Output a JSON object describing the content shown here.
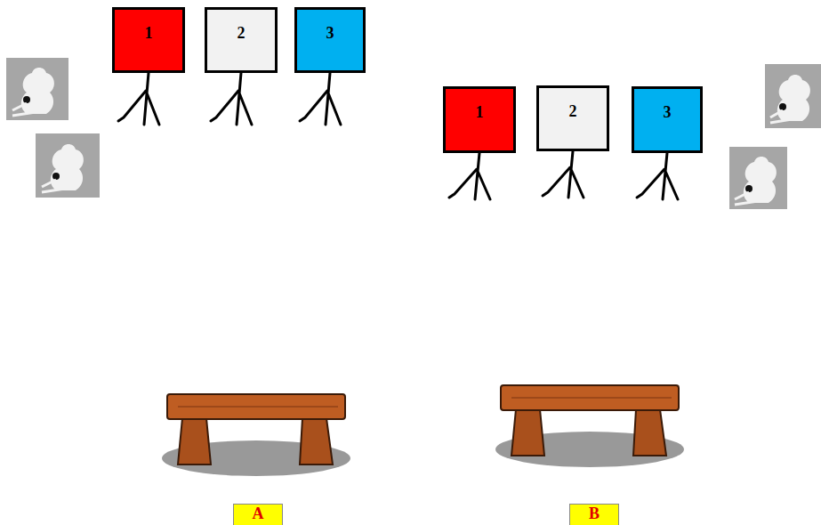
{
  "diagram": {
    "nodes": [
      {
        "text": [
          "1"
        ]
      },
      {
        "text": [
          "2"
        ]
      },
      {
        "text": [
          "3"
        ]
      },
      {
        "text": [
          "1"
        ]
      },
      {
        "text": [
          "2"
        ]
      },
      {
        "text": [
          "3"
        ]
      },
      {
        "text": [
          "A"
        ]
      },
      {
        "text": [
          "B"
        ]
      }
    ]
  }
}
